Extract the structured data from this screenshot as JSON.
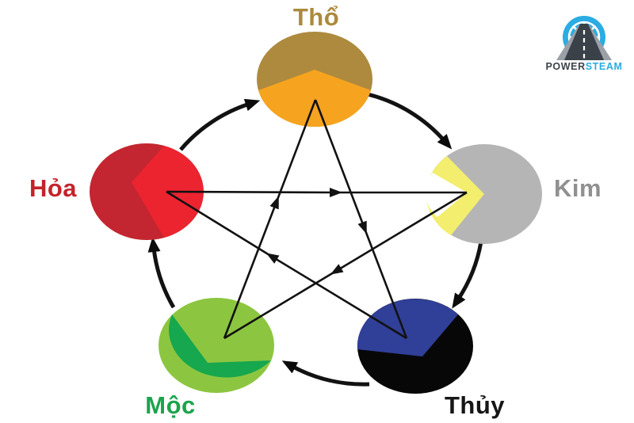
{
  "background": "#ffffff",
  "logo": {
    "text_primary": "POWER",
    "text_secondary": "STEAM",
    "icon": "wheel-road-icon",
    "circle_color": "#2bace2",
    "road_color": "#3b4148",
    "shoulder_color": "#9aa0a6",
    "text_primary_color": "#3d4349",
    "text_secondary_color": "#2bace2"
  },
  "diagram": {
    "arrow_color": "#121212",
    "elements": [
      {
        "id": "tho",
        "label": "Thổ",
        "label_color": "#ab8a3c",
        "base_color": "#ae8a3e",
        "accent_color": "#f6a41f"
      },
      {
        "id": "kim",
        "label": "Kim",
        "label_color": "#909090",
        "base_color": "#b5b5b5",
        "accent_color": "#f3ee6d",
        "accent2_color": "#ffffff"
      },
      {
        "id": "thuy",
        "label": "Thủy",
        "label_color": "#161616",
        "base_color": "#070707",
        "accent_color": "#303f98"
      },
      {
        "id": "moc",
        "label": "Mộc",
        "label_color": "#1aa44c",
        "base_color": "#8cc640",
        "accent_color": "#17a74e"
      },
      {
        "id": "hoa",
        "label": "Hỏa",
        "label_color": "#c4232b",
        "base_color": "#c32630",
        "accent_color": "#ec2430"
      }
    ],
    "generating_cycle": [
      {
        "from": "Hỏa",
        "to": "Thổ"
      },
      {
        "from": "Thổ",
        "to": "Kim"
      },
      {
        "from": "Kim",
        "to": "Thủy"
      },
      {
        "from": "Thủy",
        "to": "Mộc"
      },
      {
        "from": "Mộc",
        "to": "Hỏa"
      }
    ],
    "overcoming_cycle": [
      {
        "from": "Hỏa",
        "to": "Kim"
      },
      {
        "from": "Thổ",
        "to": "Thủy"
      },
      {
        "from": "Kim",
        "to": "Mộc"
      },
      {
        "from": "Thủy",
        "to": "Hỏa"
      },
      {
        "from": "Mộc",
        "to": "Thổ"
      }
    ]
  }
}
